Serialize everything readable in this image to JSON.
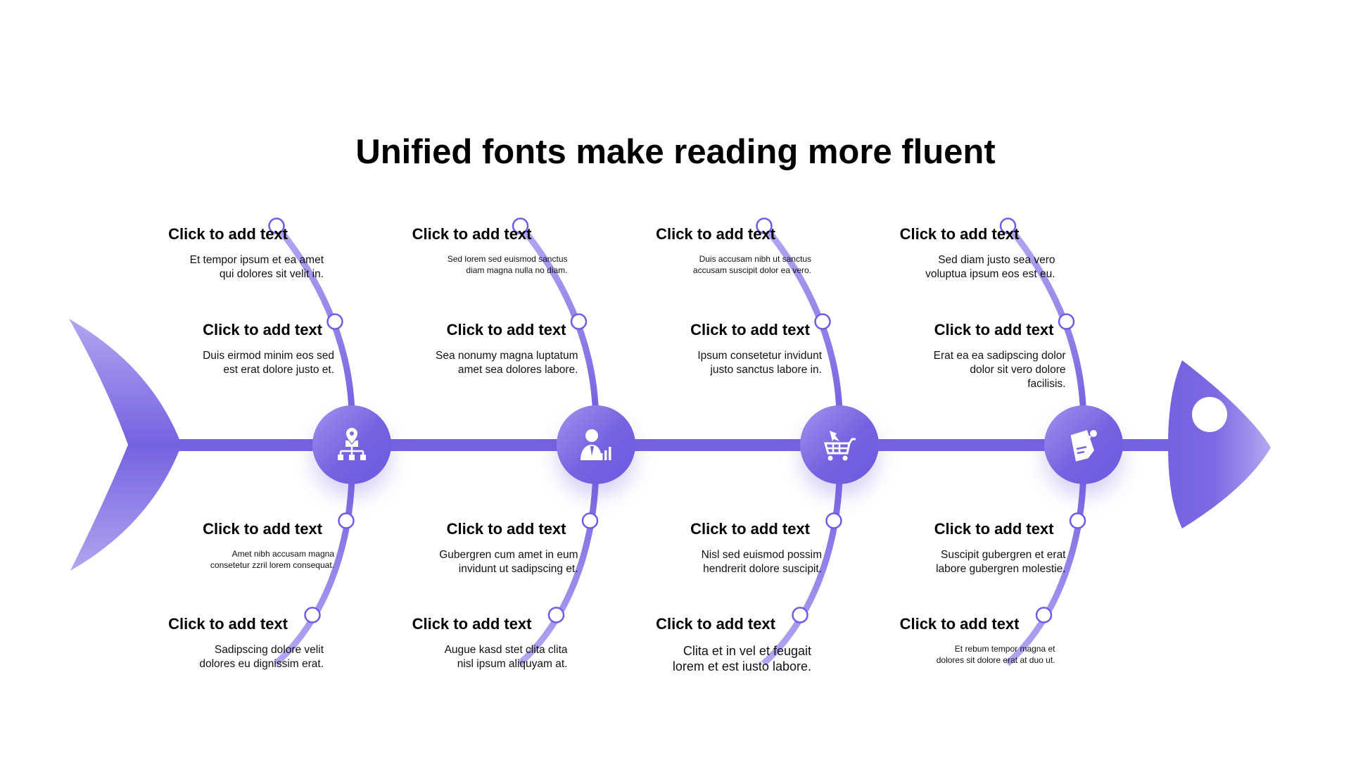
{
  "title": "Unified fonts make reading more fluent",
  "colors": {
    "primary": "#7562e0",
    "light": "#a99df0"
  },
  "columns": [
    {
      "icon": "org-chart-location-icon",
      "top1": {
        "heading": "Click to add text",
        "desc": "Et tempor ipsum et ea amet\nqui dolores sit velit in."
      },
      "top2": {
        "heading": "Click to add text",
        "desc": "Duis eirmod minim eos sed\nest erat dolore justo et."
      },
      "bot1": {
        "heading": "Click to add text",
        "desc": "Amet nibh accusam magna\nconsetetur zzril lorem consequat."
      },
      "bot2": {
        "heading": "Click to add text",
        "desc": "Sadipscing dolore velit\ndolores eu dignissim erat."
      }
    },
    {
      "icon": "businessman-chart-icon",
      "top1": {
        "heading": "Click to add text",
        "desc": "Sed lorem sed euismod sanctus\ndiam magna nulla no diam."
      },
      "top2": {
        "heading": "Click to add text",
        "desc": "Sea nonumy magna luptatum\namet sea dolores labore."
      },
      "bot1": {
        "heading": "Click to add text",
        "desc": "Gubergren cum amet in eum\ninvidunt ut sadipscing et."
      },
      "bot2": {
        "heading": "Click to add text",
        "desc": "Augue kasd stet clita clita\nnisl ipsum aliquyam at."
      }
    },
    {
      "icon": "shopping-cart-icon",
      "top1": {
        "heading": "Click to add text",
        "desc": "Duis accusam nibh ut sanctus\naccusam suscipit dolor ea vero."
      },
      "top2": {
        "heading": "Click to add text",
        "desc": "Ipsum consetetur invidunt\njusto sanctus labore in."
      },
      "bot1": {
        "heading": "Click to add text",
        "desc": "Nisl sed euismod possim\nhendrerit dolore suscipit."
      },
      "bot2": {
        "heading": "Click to add text",
        "desc": "Clita et in vel et feugait\nlorem et est iusto labore."
      }
    },
    {
      "icon": "note-pin-icon",
      "top1": {
        "heading": "Click to add text",
        "desc": "Sed diam justo sea vero\nvoluptua ipsum eos est eu."
      },
      "top2": {
        "heading": "Click to add text",
        "desc": "Erat ea ea sadipscing dolor\ndolor sit vero dolore\nfacilisis."
      },
      "bot1": {
        "heading": "Click to add text",
        "desc": "Suscipit gubergren et erat\nlabore gubergren molestie."
      },
      "bot2": {
        "heading": "Click to add text",
        "desc": "Et rebum tempor magna et\ndolores sit dolore erat at duo ut."
      }
    }
  ]
}
